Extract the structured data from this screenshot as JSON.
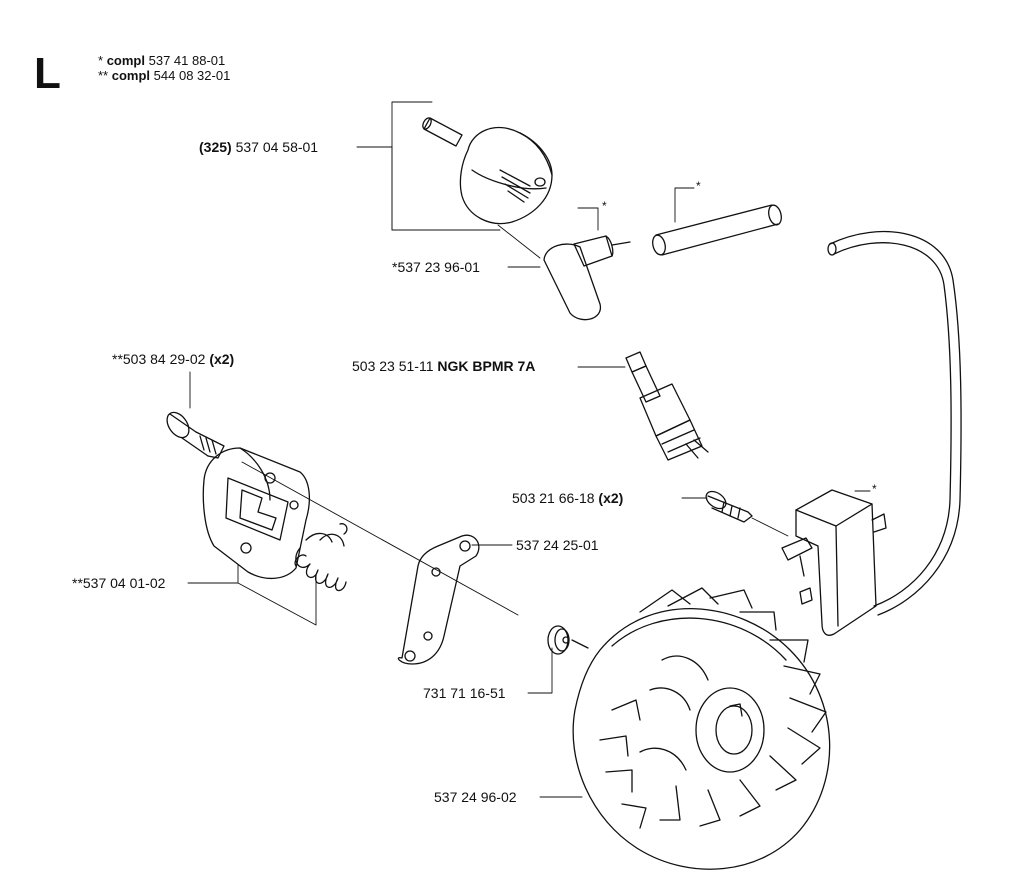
{
  "section_letter": "L",
  "kits": [
    {
      "marker": "*",
      "word": "compl",
      "number": "537 41 88-01"
    },
    {
      "marker": "**",
      "word": "compl",
      "number": "544 08 32-01"
    }
  ],
  "parts": {
    "cap_ref": "(325)",
    "cap_num": "537 04 58-01",
    "boot": "*537 23 96-01",
    "plug_num": "503 23 51-11",
    "plug_name": "NGK BPMR 7A",
    "screw_top_num": "**503 84 29-02",
    "screw_top_qty": "(x2)",
    "clutch": "**537 04 01-02",
    "plate": "537 24 25-01",
    "screw_coil_num": "503 21 66-18",
    "screw_coil_qty": "(x2)",
    "washer": "731 71 16-51",
    "flywheel": "537 24 96-02"
  },
  "stars": {
    "boot_star": "*",
    "tube_star": "*",
    "coil_star": "*"
  }
}
